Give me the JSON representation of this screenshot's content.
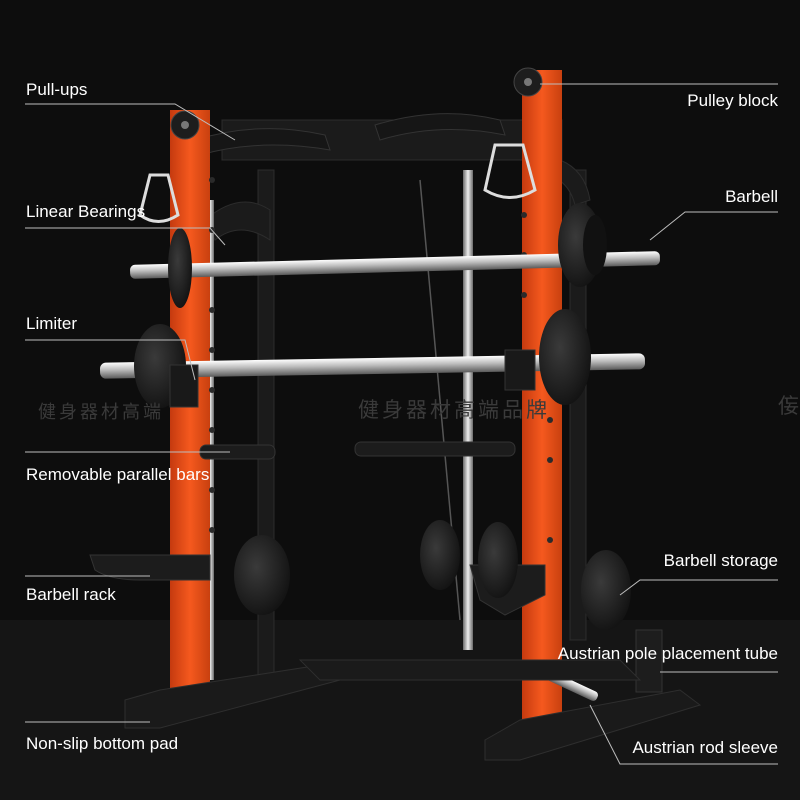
{
  "product": {
    "name": "smith-machine-power-rack",
    "colors": {
      "background": "#0d0d0d",
      "frame_orange": "#f0501a",
      "frame_black": "#1a1a1a",
      "chrome": "#c8c8c8",
      "plate": "#1c1c1c",
      "leader_line": "#bdbdbd",
      "label_text": "#ffffff"
    }
  },
  "watermark": {
    "center_text": "健身器材高端品牌",
    "left_text": "健身器材高端",
    "right_glyph": "侫"
  },
  "callouts": {
    "left": [
      {
        "id": "pull-ups",
        "text": "Pull-ups"
      },
      {
        "id": "linear-bearings",
        "text": "Linear Bearings"
      },
      {
        "id": "limiter",
        "text": "Limiter"
      },
      {
        "id": "removable-parallel-bars",
        "text": "Removable parallel bars"
      },
      {
        "id": "barbell-rack",
        "text": "Barbell rack"
      },
      {
        "id": "non-slip-bottom-pad",
        "text": "Non-slip bottom pad"
      }
    ],
    "right": [
      {
        "id": "pulley-block",
        "text": "Pulley block"
      },
      {
        "id": "barbell",
        "text": "Barbell"
      },
      {
        "id": "barbell-storage",
        "text": "Barbell storage"
      },
      {
        "id": "austrian-pole-placement-tube",
        "text": "Austrian pole placement tube"
      },
      {
        "id": "austrian-rod-sleeve",
        "text": "Austrian rod sleeve"
      }
    ]
  }
}
